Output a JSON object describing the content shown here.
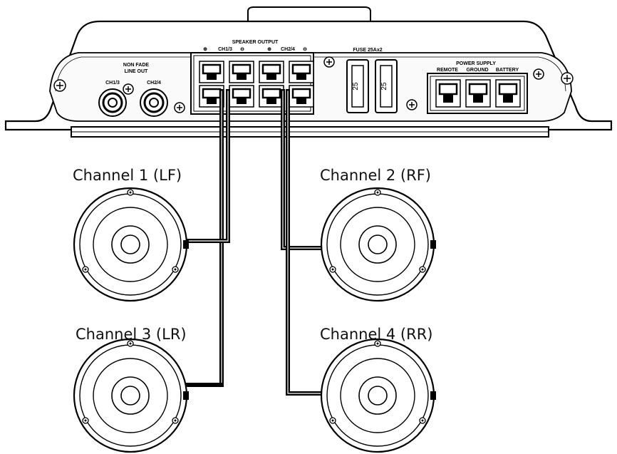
{
  "amplifier": {
    "speaker_output": "SPEAKER OUTPUT",
    "ch13": "CH1/3",
    "ch24": "CH2/4",
    "plus": "⊕",
    "minus": "⊖",
    "line_out_1": "NON FADE",
    "line_out_2": "LINE OUT",
    "rca_ch13": "CH1/3",
    "rca_ch24": "CH2/4",
    "fuse": "FUSE 25Ax2",
    "fuse_value": "25",
    "power_supply": "POWER SUPPLY",
    "remote": "REMOTE",
    "ground": "GROUND",
    "battery": "BATTERY"
  },
  "channels": {
    "ch1": "Channel 1 (LF)",
    "ch2": "Channel 2 (RF)",
    "ch3": "Channel 3 (LR)",
    "ch4": "Channel 4 (RR)"
  },
  "colors": {
    "line": "#000000",
    "fill": "#ffffff",
    "panel": "#f4f4f4"
  }
}
